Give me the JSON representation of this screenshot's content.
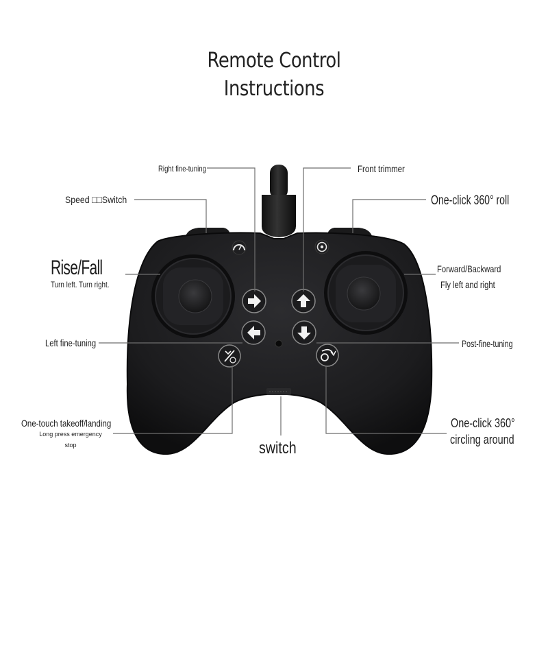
{
  "title": {
    "line1": "Remote Control",
    "line2": "Instructions"
  },
  "labels": {
    "right_fine_tuning": "Right fine-tuning",
    "front_trimmer": "Front trimmer",
    "speed_switch": "Speed □□Switch",
    "one_click_roll": "One-click 360° roll",
    "rise_fall": "Rise/Fall",
    "turn_left_right": "Turn left. Turn right.",
    "forward_backward": "Forward/Backward",
    "fly_left_right": "Fly left and right",
    "left_fine_tuning": "Left fine-tuning",
    "post_fine_tuning": "Post-fine-tuning",
    "takeoff_landing": "One-touch takeoff/landing",
    "emergency_stop_line1": "Long press emergency",
    "emergency_stop_line2": "stop",
    "switch": "switch",
    "circling_line1": "One-click 360°",
    "circling_line2": "circling around"
  },
  "icons": {
    "speed_button": "speedometer-icon",
    "roll_button": "360-roll-icon",
    "right_arrow": "arrow-right-icon",
    "up_arrow": "arrow-up-icon",
    "left_arrow": "arrow-left-icon",
    "down_arrow": "arrow-down-icon",
    "takeoff": "takeoff-landing-icon",
    "circling": "360-circling-icon"
  },
  "colors": {
    "controller_body": "#1c1c1e",
    "controller_edge": "#0c0c0d",
    "button_face": "#f2f2f2",
    "leader_line": "#6e6e6e"
  }
}
